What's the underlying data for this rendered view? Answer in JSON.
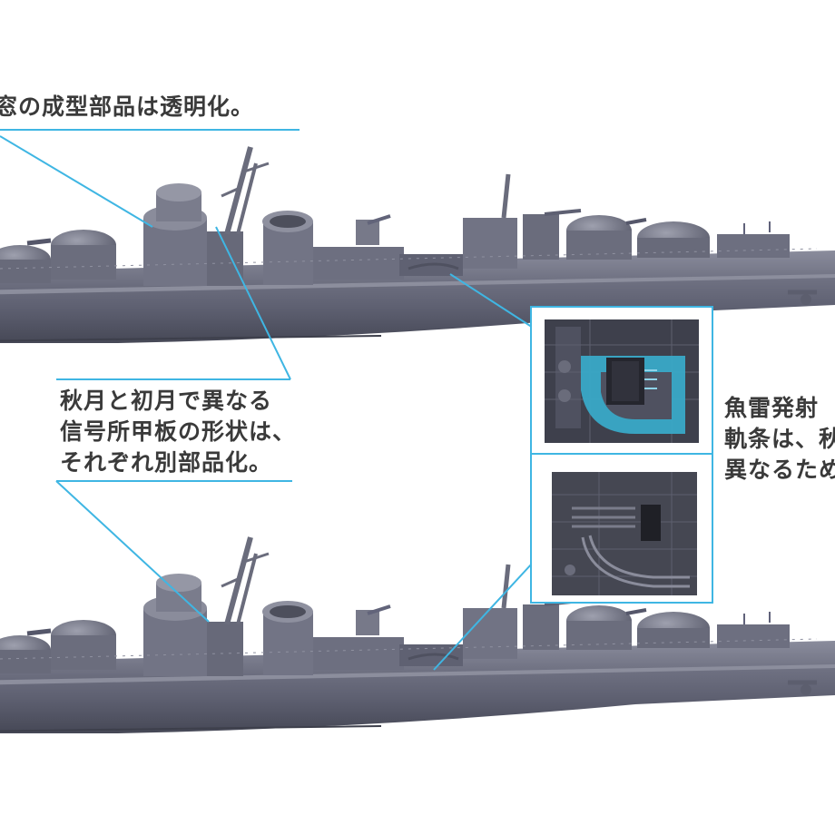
{
  "captions": {
    "top": "窓の成型部品は透明化。",
    "middle": "秋月と初月で異なる\n信号所甲板の形状は、\nそれぞれ別部品化。",
    "right": "魚雷発射\n軌条は、秋\n異なるため"
  },
  "colors": {
    "hull": "#5d5f70",
    "superstructure": "#6f7182",
    "leader": "#3fb6e3",
    "text": "#3a3a3a",
    "highlight": "#39a9c7"
  }
}
